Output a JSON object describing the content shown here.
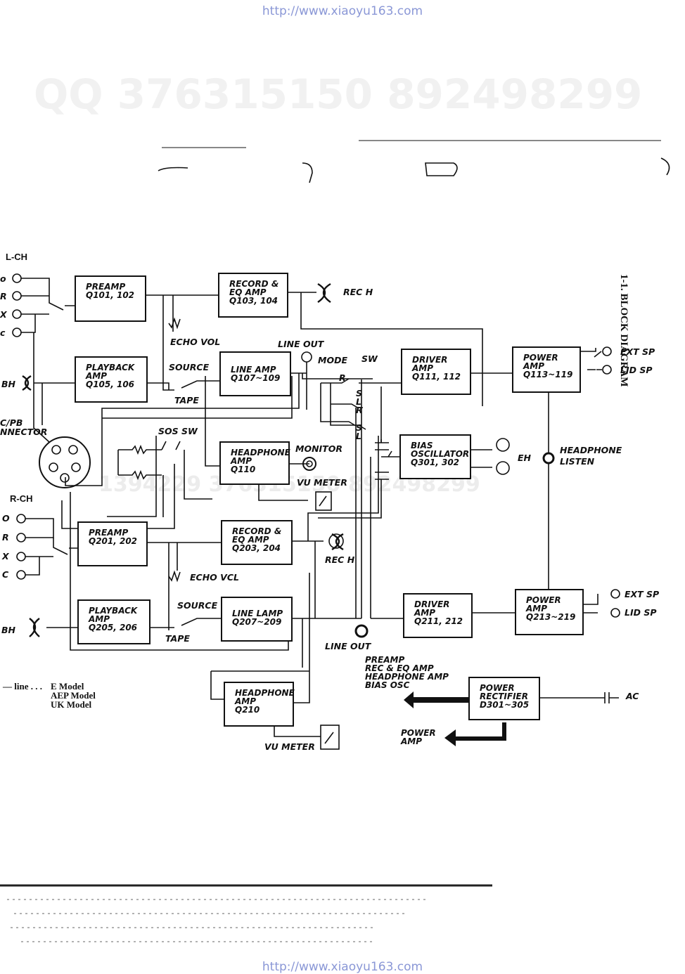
{
  "header_url": "http://www.xiaoyu163.com",
  "footer_url": "http://www.xiaoyu163.com",
  "watermark": "QQ 376315150   892498299",
  "watermark_mid": "1394229   376315150   892498299",
  "title": "1-1.  BLOCK DIAGRAM",
  "channels": {
    "left": "L-CH",
    "right": "R-CH"
  },
  "blocks": {
    "preamp_l": [
      "PREAMP",
      "Q101, 102"
    ],
    "record_eq_l": [
      "RECORD &",
      "EQ AMP",
      "Q103, 104"
    ],
    "playback_l": [
      "PLAYBACK",
      "AMP",
      "Q105, 106"
    ],
    "line_amp_l": [
      "LINE AMP",
      "Q107~109"
    ],
    "headphone_l": [
      "HEADPHONE",
      "AMP",
      "Q110"
    ],
    "driver_l": [
      "DRIVER",
      "AMP",
      "Q111, 112"
    ],
    "bias_osc": [
      "BIAS",
      "OSCILLATOR",
      "Q301, 302"
    ],
    "power_l": [
      "POWER",
      "AMP",
      "Q113~119"
    ],
    "preamp_r": [
      "PREAMP",
      "Q201, 202"
    ],
    "record_eq_r": [
      "RECORD &",
      "EQ AMP",
      "Q203, 204"
    ],
    "playback_r": [
      "PLAYBACK",
      "AMP",
      "Q205, 206"
    ],
    "line_amp_r": [
      "LINE LAMP",
      "Q207~209"
    ],
    "headphone_r": [
      "HEADPHONE",
      "AMP",
      "Q210"
    ],
    "driver_r": [
      "DRIVER",
      "AMP",
      "Q211, 212"
    ],
    "power_r": [
      "POWER",
      "AMP",
      "Q213~219"
    ],
    "power_rect": [
      "POWER",
      "RECTIFIER",
      "D301~305"
    ]
  },
  "labels": {
    "rec_h_l": "REC H",
    "rec_h_r": "REC H",
    "echo_vol_l": "ECHO VOL",
    "echo_vol_r": "ECHO VCL",
    "source_l": "SOURCE",
    "source_r": "SOURCE",
    "tape_l": "TAPE",
    "tape_r": "TAPE",
    "line_out_l": "LINE OUT",
    "line_out_r": "LINE OUT",
    "mode": "MODE",
    "sw": "SW",
    "sos_sw": "SOS  SW",
    "monitor": "MONITOR",
    "vu_meter_l": "VU METER",
    "vu_meter_r": "VU METER",
    "eh": "EH",
    "headphone_listen": [
      "HEADPHONE",
      "LISTEN"
    ],
    "ext_sp_l": "EXT SP",
    "lid_sp_l": "LID SP",
    "ext_sp_r": "EXT SP",
    "lid_sp_r": "LID SP",
    "ac": "AC",
    "connector": [
      "C/PB",
      "NNECTOR"
    ],
    "bh_l": "BH",
    "bh_r": "BH",
    "supply_list": [
      "PREAMP",
      "REC & EQ AMP",
      "HEADPHONE AMP",
      "BIAS OSC"
    ],
    "power_amp_arrow": [
      "POWER",
      "AMP"
    ],
    "mode_r": "R",
    "mode_s1": "S",
    "mode_l1": "L",
    "mode_r2": "R",
    "mode_s2": "S",
    "mode_l2": "L"
  },
  "legend": {
    "line": "— line . . .",
    "models": [
      "E Model",
      "AEP Model",
      "UK Model"
    ]
  },
  "input_letters_l": [
    "o",
    "R",
    "X",
    "c"
  ],
  "input_letters_r": [
    "O",
    "R",
    "X",
    "C"
  ]
}
